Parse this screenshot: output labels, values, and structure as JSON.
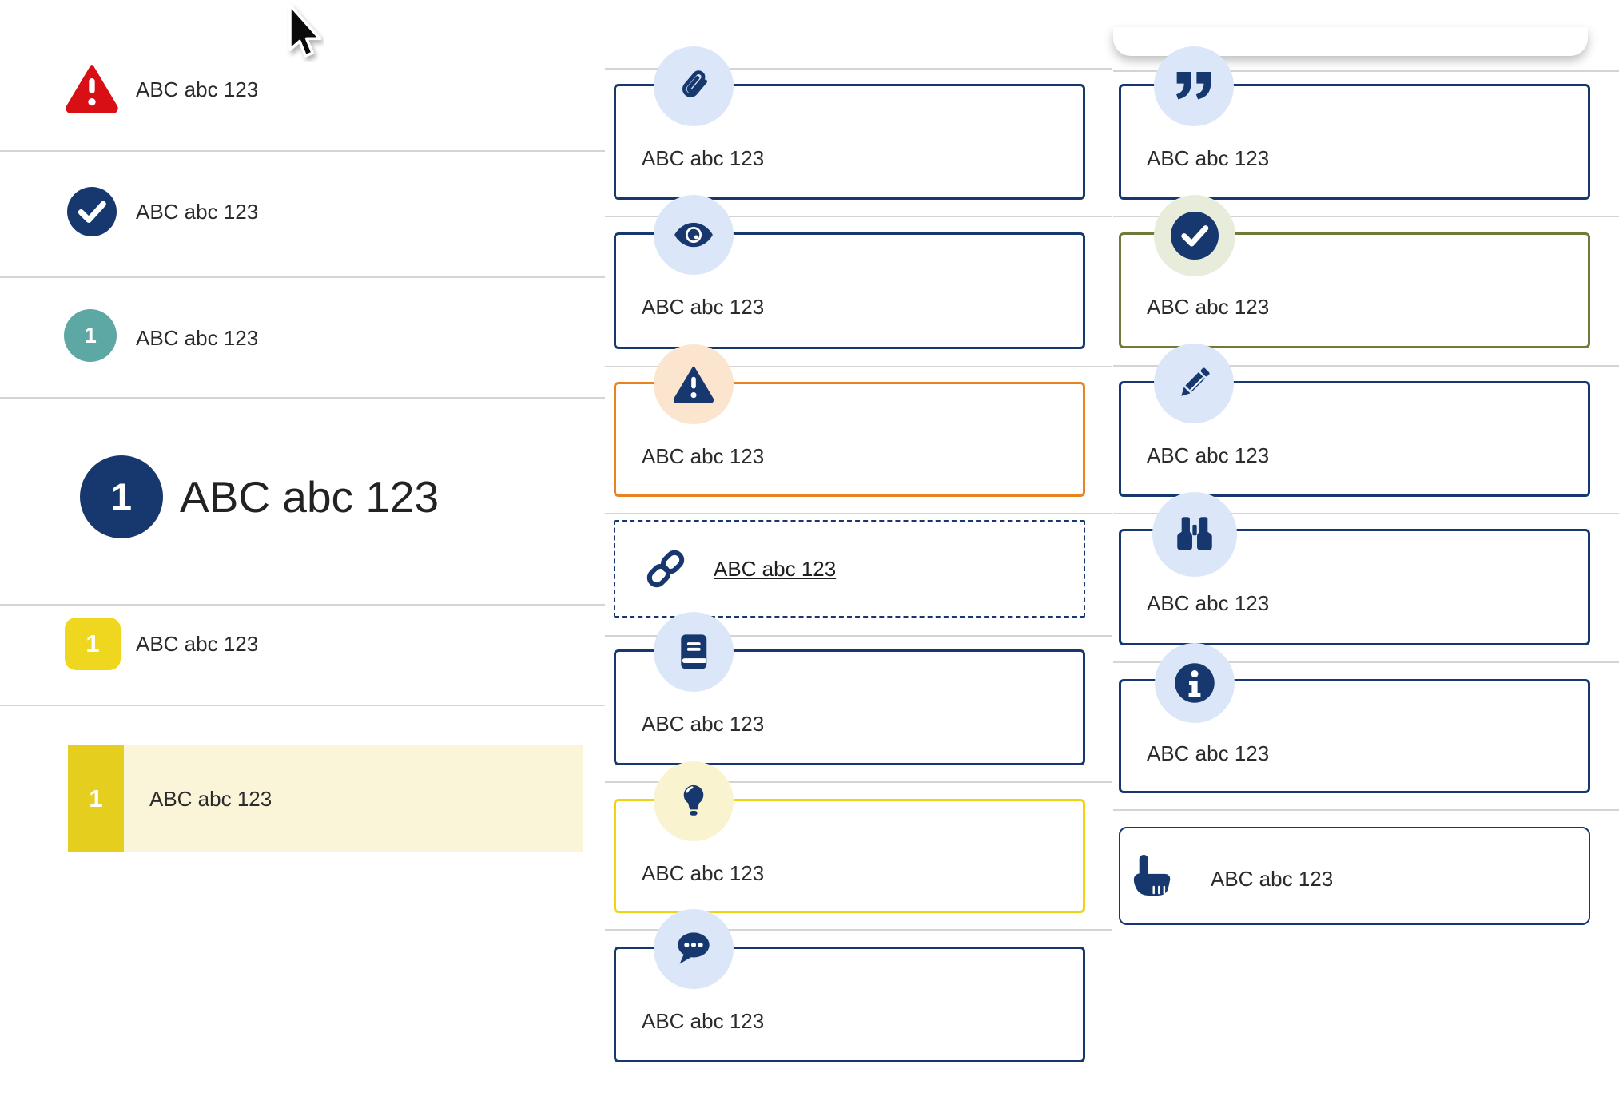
{
  "colors": {
    "navy": "#17386e",
    "light_blue_circle": "#dbe7f8",
    "peach_circle": "#fbe5cf",
    "pale_yellow_circle": "#faf3cf",
    "pale_green_circle": "#e8ecdb",
    "orange_border": "#e9831e",
    "yellow_border": "#f0d414",
    "olive_border": "#6e7b3a",
    "teal_badge": "#5da8a4",
    "red_alert": "#d90f16",
    "yellow_badge": "#eed71e",
    "yellow_badge_dark": "#e5ce1d",
    "highlight_row_bg": "#faf4d8",
    "divider": "#d4d4d4",
    "text": "#2b2b2b"
  },
  "cursor": {
    "icon": "mouse-cursor-icon"
  },
  "left_list": {
    "items": [
      {
        "icon": "warning-triangle-icon",
        "label": "ABC abc 123"
      },
      {
        "icon": "check-circle-icon",
        "label": "ABC abc 123"
      },
      {
        "icon": "teal-number-badge",
        "badge": "1",
        "label": "ABC abc 123"
      },
      {
        "icon": "large-number-badge",
        "badge": "1",
        "label": "ABC abc 123"
      },
      {
        "icon": "yellow-number-badge",
        "badge": "1",
        "label": "ABC abc 123"
      },
      {
        "icon": "yellow-number-badge",
        "badge": "1",
        "label": "ABC abc 123",
        "state": "highlighted"
      }
    ]
  },
  "middle_callouts": [
    {
      "icon": "paperclip-icon",
      "variant": "navy",
      "label": "ABC abc 123"
    },
    {
      "icon": "eye-icon",
      "variant": "navy",
      "label": "ABC abc 123"
    },
    {
      "icon": "warning-triangle-icon",
      "variant": "orange",
      "label": "ABC abc 123"
    },
    {
      "icon": "link-icon",
      "variant": "dashed-link",
      "label": "ABC abc 123"
    },
    {
      "icon": "book-icon",
      "variant": "navy",
      "label": "ABC abc 123"
    },
    {
      "icon": "lightbulb-icon",
      "variant": "yellow",
      "label": "ABC abc 123"
    },
    {
      "icon": "chat-icon",
      "variant": "navy",
      "label": "ABC abc 123"
    }
  ],
  "right_callouts": [
    {
      "icon": "quote-icon",
      "variant": "navy",
      "label": "ABC abc 123"
    },
    {
      "icon": "check-circle-icon",
      "variant": "olive",
      "label": "ABC abc 123"
    },
    {
      "icon": "pencil-icon",
      "variant": "navy",
      "label": "ABC abc 123"
    },
    {
      "icon": "binoculars-icon",
      "variant": "navy",
      "label": "ABC abc 123"
    },
    {
      "icon": "info-icon",
      "variant": "navy",
      "label": "ABC abc 123"
    },
    {
      "icon": "pointer-hand-icon",
      "variant": "navy-compact",
      "label": "ABC abc 123"
    }
  ]
}
